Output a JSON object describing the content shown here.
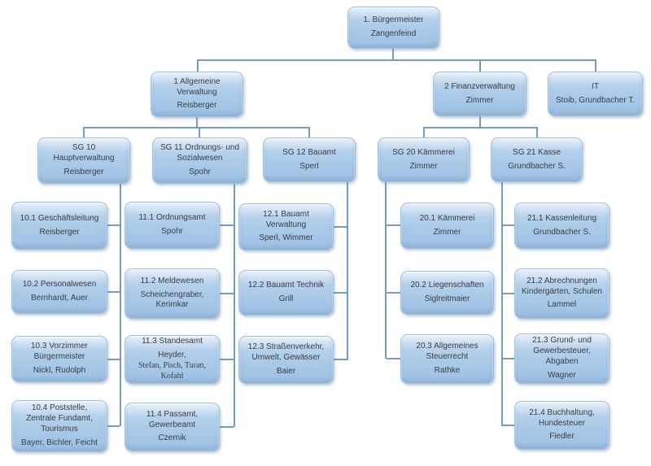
{
  "diagram": {
    "type": "org-chart",
    "language": "de",
    "colors": {
      "box_fill_light": "#c3d9ef",
      "box_fill": "#accbe9",
      "box_fill_dark": "#9cc0e3",
      "box_border": "#9dbfe1",
      "connector": "#759bc7",
      "text": "#3c3d42",
      "background": "#ffffff"
    },
    "nodes": [
      {
        "id": "bm",
        "title": "1. Bürgermeister",
        "names": "Zangenfeind"
      },
      {
        "id": "v1",
        "title": "1 Allgemeine Verwaltung",
        "names": "Reisberger"
      },
      {
        "id": "v2",
        "title": "2 Finanzverwaltung",
        "names": "Zimmer"
      },
      {
        "id": "it",
        "title": "IT",
        "names": "Stoib, Grundbacher T."
      },
      {
        "id": "sg10",
        "title": "SG 10 Hauptverwaltung",
        "names": "Reisberger"
      },
      {
        "id": "sg11",
        "title": "SG 11 Ordnungs- und Sozialwesen",
        "names": "Spohr"
      },
      {
        "id": "sg12",
        "title": "SG 12 Bauamt",
        "names": "Sperl"
      },
      {
        "id": "sg20",
        "title": "SG 20 Kämmerei",
        "names": "Zimmer"
      },
      {
        "id": "sg21",
        "title": "SG 21 Kasse",
        "names": "Grundbacher S."
      },
      {
        "id": "n101",
        "title": "10.1 Geschäftsleitung",
        "names": "Reisberger"
      },
      {
        "id": "n102",
        "title": "10.2 Personalwesen",
        "names": "Bernhardt, Auer"
      },
      {
        "id": "n103",
        "title": "10.3 Vorzimmer Bürgermeister",
        "names": "Nickl, Rudolph"
      },
      {
        "id": "n104",
        "title": "10.4 Poststelle, Zentrale Fundamt, Tourismus",
        "names": "Bayer, Bichler, Feicht"
      },
      {
        "id": "n111",
        "title": "11.1 Ordnungsamt",
        "names": "Spohr"
      },
      {
        "id": "n112",
        "title": "11.2 Meldewesen",
        "names": "Scheichengraber, Kerimkar"
      },
      {
        "id": "n113",
        "title": "11.3 Standesamt",
        "names": "Heyder,",
        "names_serif": "Stefan, Pisch, Turan, Kofahl"
      },
      {
        "id": "n114",
        "title": "11.4 Passamt, Gewerbeamt",
        "names": "Czernik"
      },
      {
        "id": "n121",
        "title": "12.1 Bauamt Verwaltung",
        "names": "Sperl, Wimmer"
      },
      {
        "id": "n122",
        "title": "12.2 Bauamt Technik",
        "names": "Grill"
      },
      {
        "id": "n123",
        "title": "12.3 Straßenverkehr, Umwelt, Gewässer",
        "names": "Baier"
      },
      {
        "id": "n201",
        "title": "20.1 Kämmerei",
        "names": "Zimmer"
      },
      {
        "id": "n202",
        "title": "20.2 Liegenschaften",
        "names": "Siglreitmaier"
      },
      {
        "id": "n203",
        "title": "20.3 Allgemeines Steuerrecht",
        "names": "Rathke"
      },
      {
        "id": "n211",
        "title": "21.1 Kassenleitung",
        "names": "Grundbacher S."
      },
      {
        "id": "n212",
        "title": "21.2 Abrechnungen Kindergärten, Schulen",
        "names": "Lammel"
      },
      {
        "id": "n213",
        "title": "21.3 Grund- und Gewerbesteuer, Abgaben",
        "names": "Wagner"
      },
      {
        "id": "n214",
        "title": "21.4 Buchhaltung, Hundesteuer",
        "names": "Fiedler"
      }
    ]
  }
}
